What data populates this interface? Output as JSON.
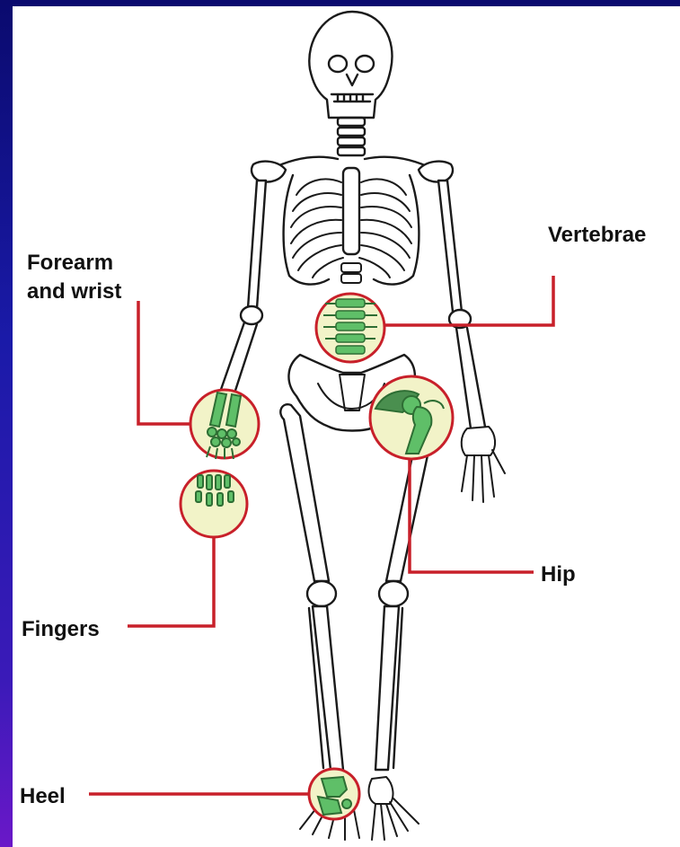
{
  "labels": {
    "forearm_line1": "Forearm",
    "forearm_line2": "and wrist",
    "vertebrae": "Vertebrae",
    "hip": "Hip",
    "fingers": "Fingers",
    "heel": "Heel"
  },
  "colors": {
    "background_top": "#0a0a6e",
    "background_bottom": "#6a18c8",
    "panel": "#ffffff",
    "callout_line": "#c8202a",
    "highlight_fill": "#f2f3c8",
    "bone_highlight": "#5fbf68"
  }
}
